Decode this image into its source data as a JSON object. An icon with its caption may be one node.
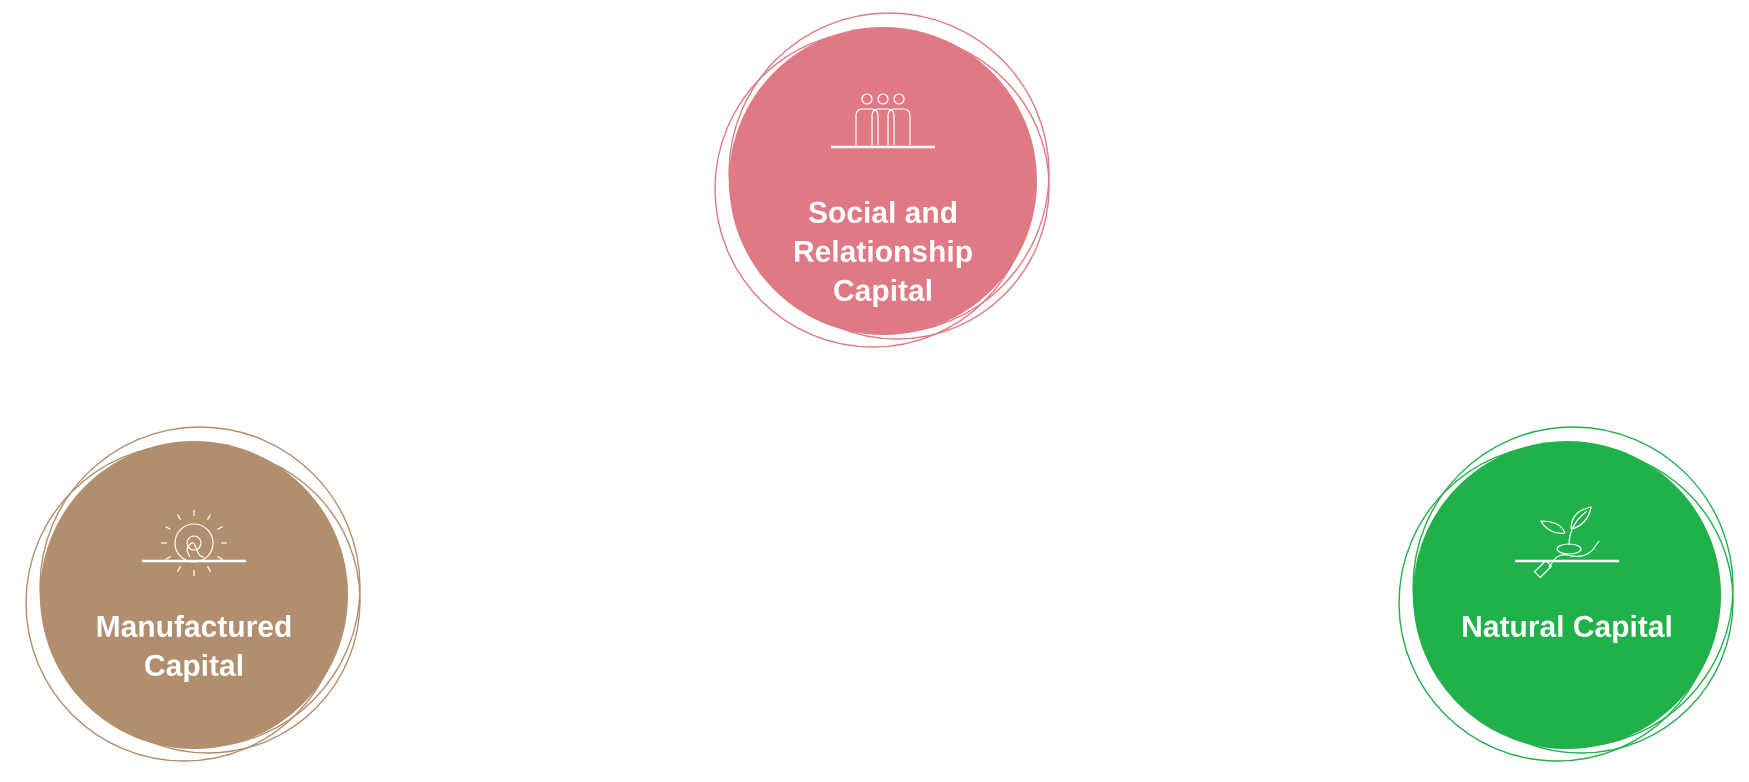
{
  "diagram": {
    "nodes": [
      {
        "text": [
          "Social and Relationship Capital"
        ]
      },
      {
        "text": [
          "Manufactured Capital"
        ]
      },
      {
        "text": [
          "Natural Capital"
        ]
      }
    ]
  }
}
